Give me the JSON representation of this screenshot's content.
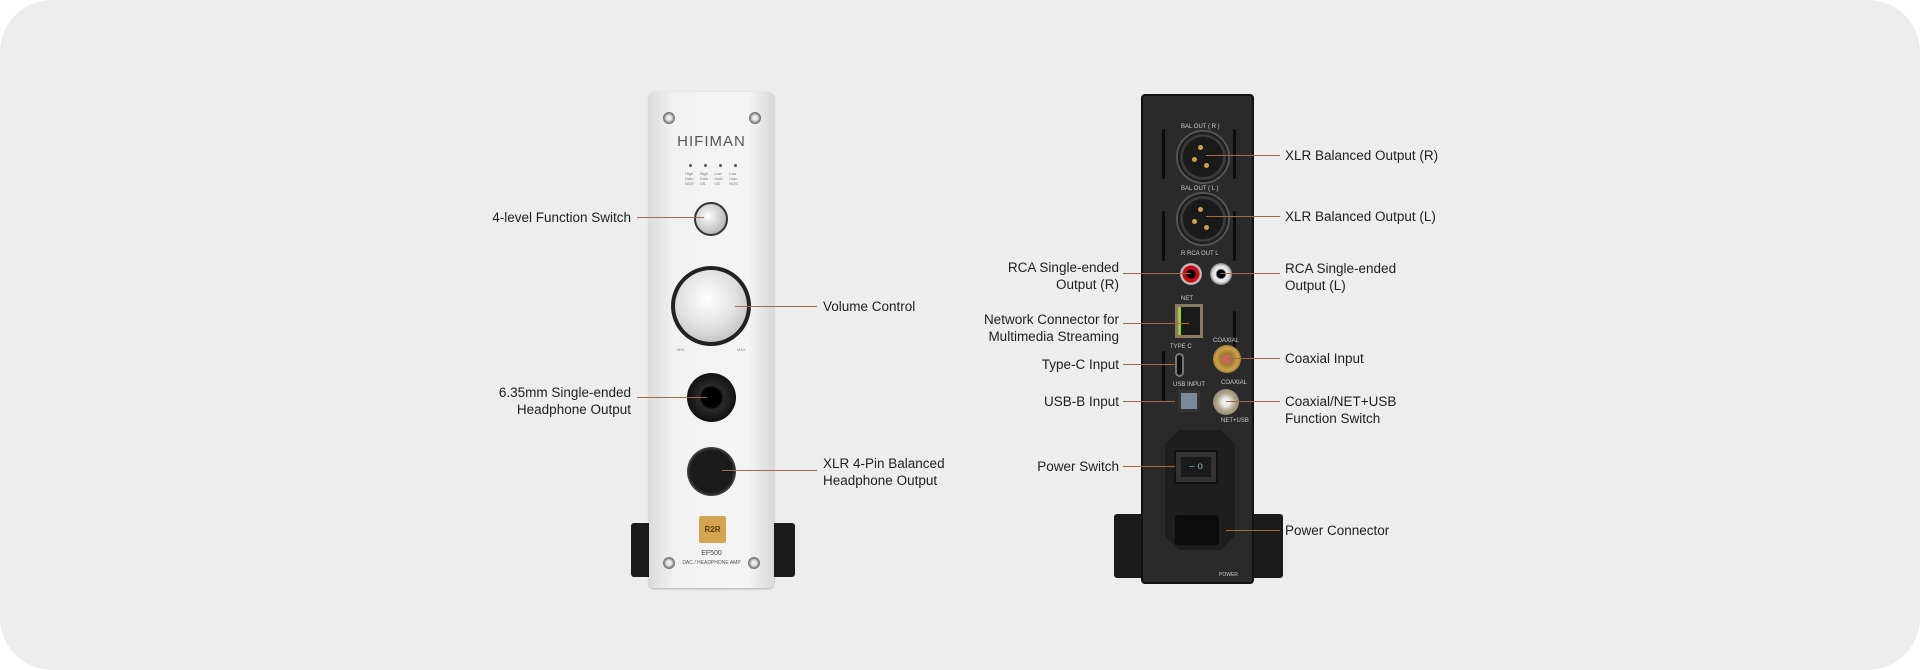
{
  "front": {
    "brand": "HIFIMAN",
    "mode_labels": [
      "High Gain NOS",
      "High Gain OS",
      "Low Gain OS",
      "Low Gain NOS"
    ],
    "model": "EF500",
    "subtitle": "DAC / HEADPHONE AMP",
    "badge": "R2R",
    "knob_min": "MIN",
    "knob_max": "MAX"
  },
  "back": {
    "bal_out_r": "BAL OUT ( R )",
    "bal_out_l": "BAL OUT ( L )",
    "rca_out": "R   RCA OUT   L",
    "net": "NET",
    "coaxial": "COAXIAL",
    "type_c": "TYPE C",
    "usb_input": "USB INPUT",
    "switch_top": "COAXIAL",
    "switch_bottom": "NET+USB",
    "power": "POWER"
  },
  "labels": {
    "function_switch": "4-level Function Switch",
    "volume": "Volume Control",
    "phone_635": [
      "6.35mm Single-ended",
      "Headphone Output"
    ],
    "xlr4": [
      "XLR 4-Pin Balanced",
      "Headphone Output"
    ],
    "xlr_r": "XLR Balanced Output (R)",
    "xlr_l": "XLR Balanced Output (L)",
    "rca_r": [
      "RCA Single-ended",
      "Output (R)"
    ],
    "rca_l": [
      "RCA Single-ended",
      "Output (L)"
    ],
    "network": [
      "Network Connector for",
      "Multimedia Streaming"
    ],
    "type_c": "Type-C Input",
    "coax_in": "Coaxial Input",
    "usb_b": "USB-B Input",
    "func_switch": [
      "Coaxial/NET+USB",
      "Function Switch"
    ],
    "power_switch": "Power Switch",
    "power_conn": "Power Connector"
  }
}
